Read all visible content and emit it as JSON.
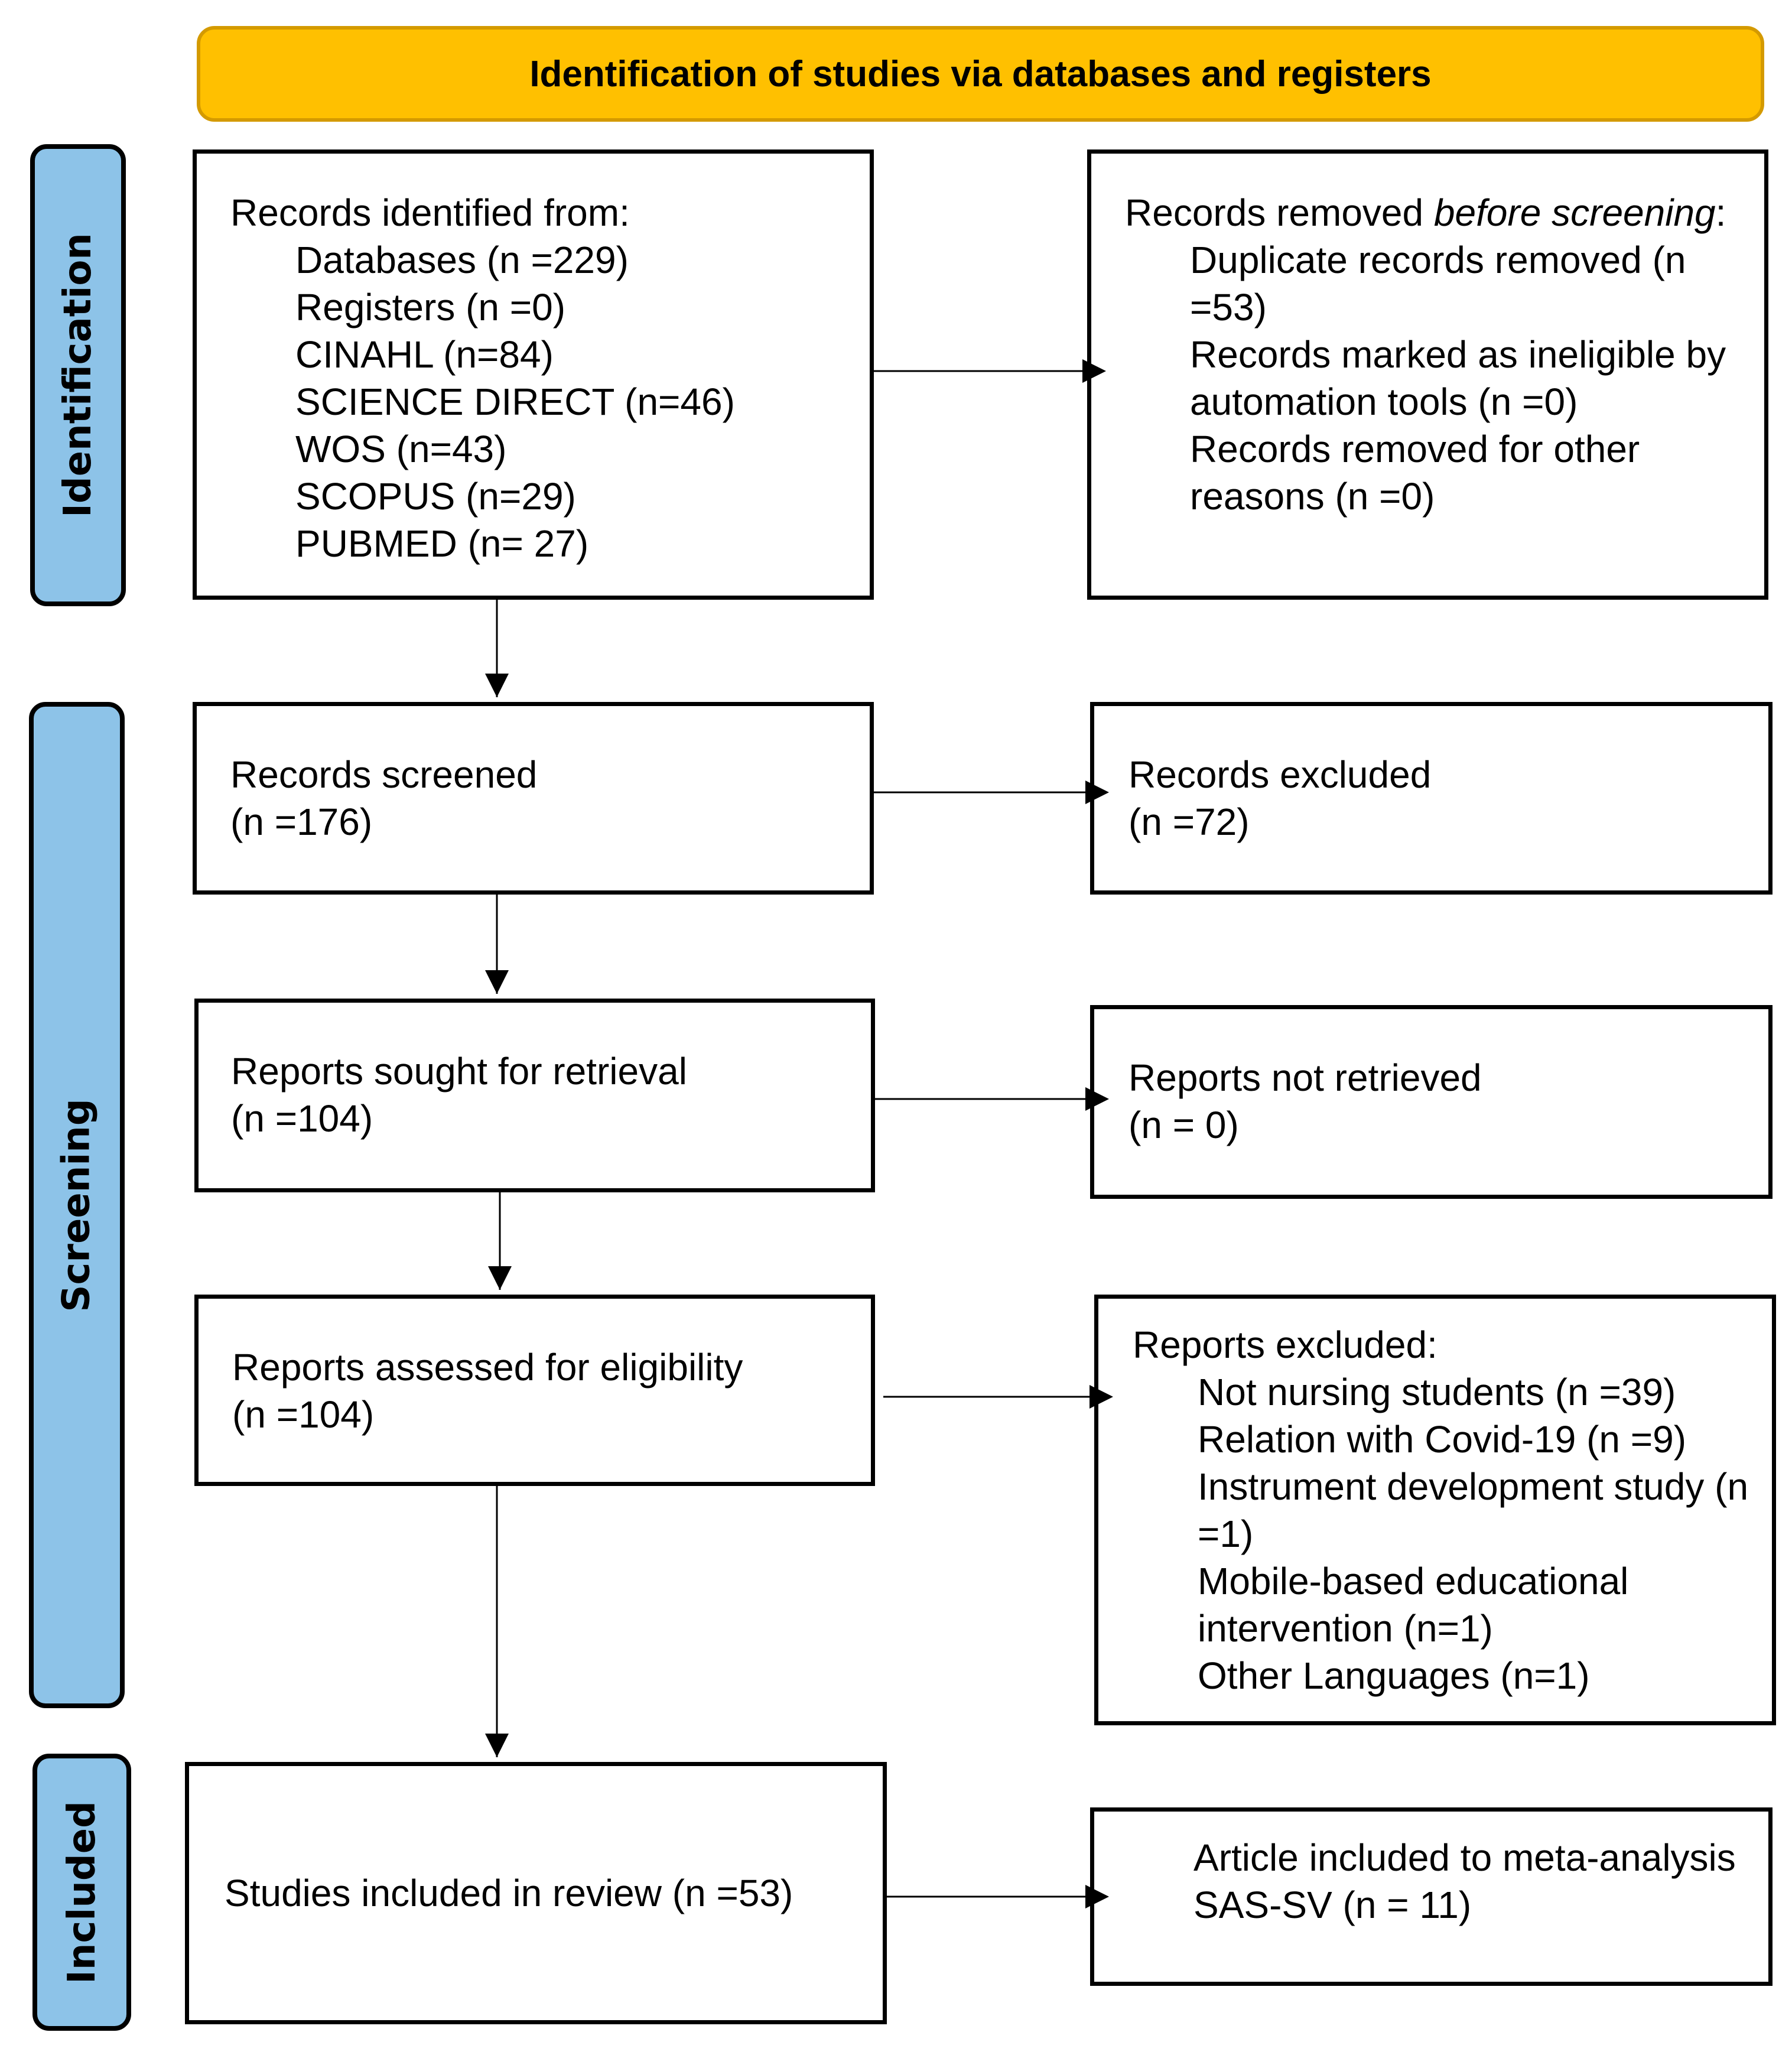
{
  "header": {
    "title": "Identification of studies via databases and registers",
    "color": "#FFC000"
  },
  "phases": {
    "identification": "Identification",
    "screening": "Screening",
    "included": "Included",
    "color": "#8DC3E8"
  },
  "identified": {
    "title": "Records identified from:",
    "items": [
      "Databases (n =229)",
      "Registers (n =0)",
      "CINAHL (n=84)",
      "SCIENCE DIRECT (n=46)",
      "WOS (n=43)",
      "SCOPUS (n=29)",
      "PUBMED (n= 27)"
    ]
  },
  "removed": {
    "title_a": "Records removed ",
    "title_em": "before screening",
    "title_b": ":",
    "items": [
      "Duplicate records removed (n =53)",
      "Records marked as ineligible by automation tools (n =0)",
      "Records removed for other reasons (n =0)"
    ]
  },
  "screened": {
    "label": "Records screened",
    "count": "(n =176)"
  },
  "excluded": {
    "label": "Records excluded",
    "count": "(n =72)"
  },
  "sought": {
    "label": "Reports sought for retrieval",
    "count": "(n =104)"
  },
  "not_retrieved": {
    "label": "Reports not retrieved",
    "count": "(n = 0)"
  },
  "assessed": {
    "label": "Reports assessed for eligibility",
    "count": "(n =104)"
  },
  "reports_excluded": {
    "title": "Reports excluded:",
    "items": [
      "Not nursing students (n =39)",
      "Relation with Covid-19 (n =9)",
      "Instrument development study (n =1)",
      "Mobile-based educational intervention (n=1)",
      "Other Languages (n=1)"
    ]
  },
  "included": {
    "label": "Studies included in review (n =53)"
  },
  "meta": {
    "line1": "Article included to meta-analysis",
    "line2": "SAS-SV (n = 11)"
  }
}
